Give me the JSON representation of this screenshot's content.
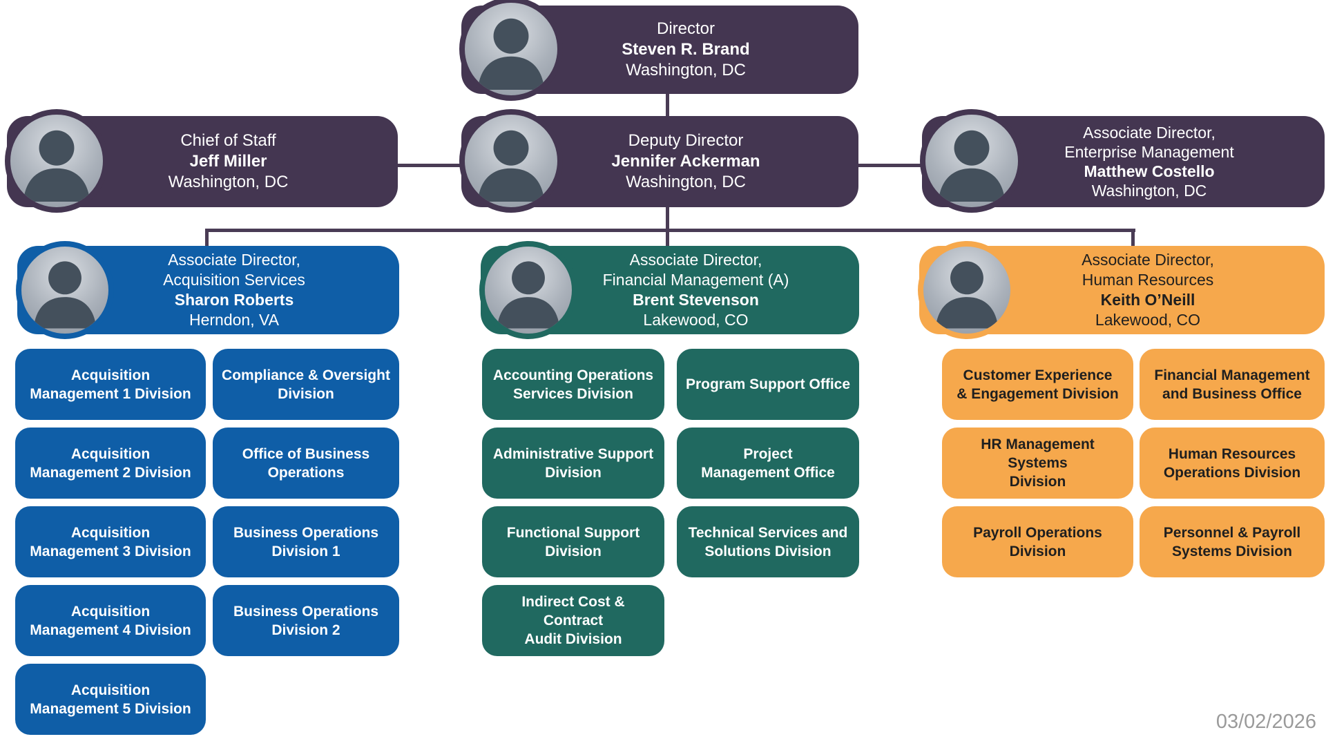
{
  "palette": {
    "purple": "#443651",
    "blue": "#0F5EA7",
    "teal": "#206960",
    "orange": "#F6A84C",
    "connector": "#4A3C55"
  },
  "footer": {
    "date": "03/02/2026"
  },
  "nodes": {
    "director": {
      "title": "Director",
      "name": "Steven R. Brand",
      "location": "Washington, DC"
    },
    "chief_of_staff": {
      "title": "Chief of Staff",
      "name": "Jeff Miller",
      "location": "Washington, DC"
    },
    "deputy_director": {
      "title": "Deputy Director",
      "name": "Jennifer Ackerman",
      "location": "Washington, DC"
    },
    "enterprise_management": {
      "title": "Associate Director,\nEnterprise Management",
      "name": "Matthew Costello",
      "location": "Washington, DC"
    }
  },
  "branches": [
    {
      "name": "Acquisition Services",
      "color": "#0F5EA7",
      "head": {
        "title": "Associate Director,\nAcquisition Services",
        "name": "Sharon Roberts",
        "location": "Herndon, VA"
      },
      "divisions": [
        {
          "label": "Acquisition\nManagement 1 Division"
        },
        {
          "label": "Compliance & Oversight\nDivision"
        },
        {
          "label": "Acquisition\nManagement 2 Division"
        },
        {
          "label": "Office of Business\nOperations"
        },
        {
          "label": "Acquisition\nManagement 3 Division"
        },
        {
          "label": "Business Operations\nDivision 1"
        },
        {
          "label": "Acquisition\nManagement 4 Division"
        },
        {
          "label": "Business Operations\nDivision 2"
        },
        {
          "label": "Acquisition\nManagement 5 Division"
        }
      ]
    },
    {
      "name": "Financial Management",
      "color": "#206960",
      "head": {
        "title": "Associate Director,\nFinancial Management (A)",
        "name": "Brent Stevenson",
        "location": "Lakewood, CO"
      },
      "divisions": [
        {
          "label": "Accounting Operations\nServices Division"
        },
        {
          "label": "Program Support Office"
        },
        {
          "label": "Administrative Support\nDivision"
        },
        {
          "label": "Project\nManagement Office"
        },
        {
          "label": "Functional Support\nDivision"
        },
        {
          "label": "Technical Services and\nSolutions Division"
        },
        {
          "label": "Indirect Cost & Contract\nAudit Division"
        }
      ]
    },
    {
      "name": "Human Resources",
      "color": "#F6A84C",
      "head": {
        "title": "Associate Director,\nHuman Resources",
        "name": "Keith O’Neill",
        "location": "Lakewood, CO"
      },
      "divisions": [
        {
          "label": "Customer Experience\n& Engagement Division"
        },
        {
          "label": "Financial Management\nand Business Office"
        },
        {
          "label": "HR Management Systems\nDivision"
        },
        {
          "label": "Human Resources\nOperations Division"
        },
        {
          "label": "Payroll Operations\nDivision"
        },
        {
          "label": "Personnel & Payroll\nSystems Division"
        }
      ]
    }
  ]
}
